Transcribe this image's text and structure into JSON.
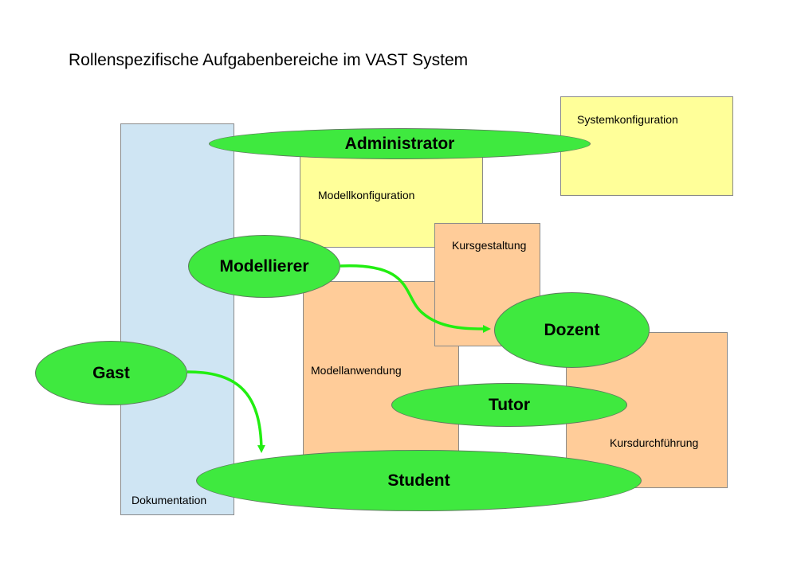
{
  "title": "Rollenspezifische Aufgabenbereiche im VAST System",
  "areas": {
    "dokumentation": "Dokumentation",
    "systemkonfiguration": "Systemkonfiguration",
    "modellkonfiguration": "Modellkonfiguration",
    "kursgestaltung": "Kursgestaltung",
    "modellanwendung": "Modellanwendung",
    "kursdurchfuehrung": "Kursdurchführung"
  },
  "roles": {
    "administrator": "Administrator",
    "modellierer": "Modellierer",
    "dozent": "Dozent",
    "gast": "Gast",
    "tutor": "Tutor",
    "student": "Student"
  },
  "colors": {
    "role_fill": "#3fe93f",
    "arrow": "#22ee11",
    "config_area": "#ffff99",
    "course_area": "#ffcc99",
    "doc_area": "#cfe5f3"
  }
}
